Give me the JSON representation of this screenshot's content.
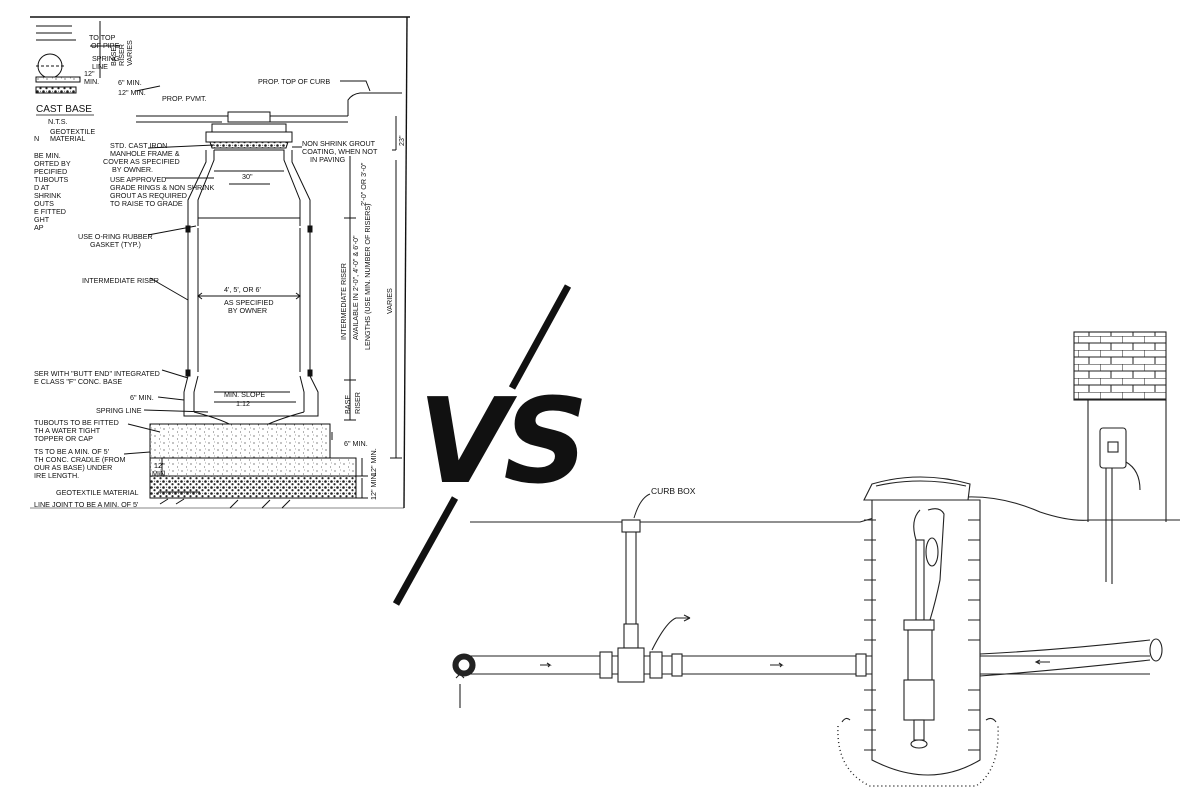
{
  "colors": {
    "ink": "#111111",
    "paper": "#ffffff",
    "gravel": "#2a2a2a"
  },
  "vs_text": "VS",
  "left_drawing": {
    "top_labels": {
      "to_top_of_pipe": "TO TOP",
      "of_pipe": "OF PIPE",
      "spring_line_1": "SPRING",
      "spring_line_2": "LINE",
      "base_riser_varies_1": "BASE",
      "base_riser_varies_2": "RISER",
      "base_riser_varies_3": "VARIES",
      "dim_12_top": "12\"",
      "dim_min_top": "MIN.",
      "dim_6_min": "6\" MIN.",
      "dim_12_min": "12\" MIN."
    },
    "cast_base_title": "CAST BASE",
    "nts": "N.T.S.",
    "geotextile_1": "GEOTEXTILE",
    "geotextile_2": "MATERIAL",
    "geotextile_n": "N",
    "prop_pvmt": "PROP. PVMT.",
    "prop_top_of_curb": "PROP. TOP OF CURB",
    "frame_note": [
      "STD. CAST IRON",
      "MANHOLE FRAME &",
      "COVER AS SPECIFIED",
      "BY OWNER."
    ],
    "grout_note": [
      "NON SHRINK GROUT",
      "COATING, WHEN NOT",
      "IN PAVING"
    ],
    "grade_note": [
      "USE APPROVED",
      "GRADE RINGS & NON SHRINK",
      "GROUT AS REQUIRED",
      "TO RAISE TO GRADE"
    ],
    "dim_30": "30\"",
    "dim_23": "23\"",
    "dim_2_3": "2'-0\" OR 3'-0\"",
    "gasket_note": [
      "USE O-RING RUBBER",
      "GASKET (TYP.)"
    ],
    "intermediate_riser": "INTERMEDIATE RISER",
    "diameter_note": [
      "4', 5', OR 6'",
      "AS SPECIFIED",
      "BY OWNER"
    ],
    "riser_avail_1": "INTERMEDIATE RISER",
    "riser_avail_2": "AVAILABLE IN 2'-0\", 4'-0\" & 6'-0\"",
    "riser_avail_3": "LENGTHS (USE MIN. NUMBER OF RISERS)",
    "varies": "VARIES",
    "left_column": [
      "BE MIN.",
      "ORTED BY",
      "PECIFIED",
      "TUBOUTS",
      "D AT",
      "SHRINK",
      "OUTS",
      "E FITTED",
      "GHT",
      "AP"
    ],
    "butt_end_note": [
      "SER WITH \"BUTT END\" INTEGRATED",
      "E CLASS \"F\" CONC. BASE"
    ],
    "six_min_left": "6\" MIN.",
    "min_slope_1": "MIN. SLOPE",
    "min_slope_2": "1:12",
    "spring_line": "SPRING LINE",
    "base_riser_1": "BASE",
    "base_riser_2": "RISER",
    "stubouts_note": [
      "TUBOUTS TO BE FITTED",
      "TH A WATER TIGHT",
      "TOPPER OR CAP"
    ],
    "six_min_right": "6\" MIN.",
    "cradle_note": [
      "TS TO BE A MIN. OF 5'",
      "TH CONC. CRADLE (FROM",
      "OUR AS BASE) UNDER",
      "IRE LENGTH."
    ],
    "dim_12_min_low": "12\"",
    "dim_min_low": "MIN.",
    "dim_12_right_1": "12\" MIN.",
    "dim_12_right_2": "12\" MIN.",
    "geotextile_material": "GEOTEXTILE MATERIAL",
    "line_joint": "LINE JOINT TO BE A MIN. OF 5'"
  },
  "right_drawing": {
    "curb_box": "CURB BOX"
  }
}
